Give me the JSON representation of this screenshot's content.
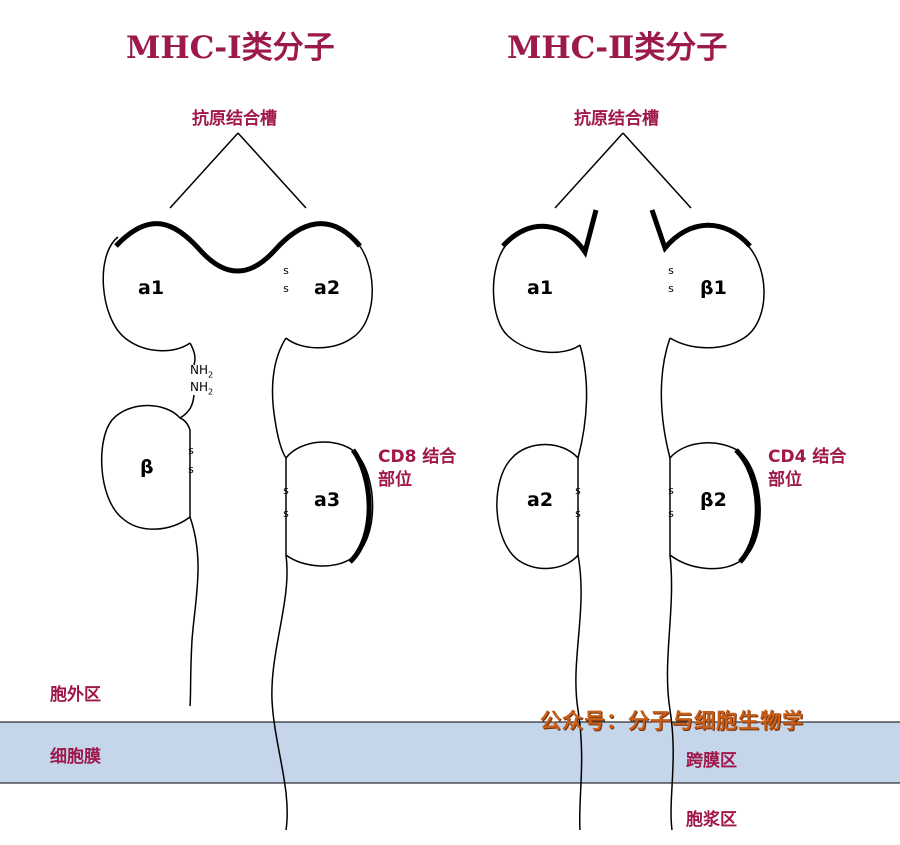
{
  "titles": {
    "mhc1": "MHC-Ⅰ类分子",
    "mhc2": "MHC-Ⅱ类分子"
  },
  "labels": {
    "groove_left": "抗原结合槽",
    "groove_right": "抗原结合槽",
    "cd8": [
      "CD8 结合",
      "部位"
    ],
    "cd4": [
      "CD4 结合",
      "部位"
    ],
    "extracellular": "胞外区",
    "cell_membrane": "细胞膜",
    "transmembrane": "跨膜区",
    "cytoplasmic": "胞浆区",
    "watermark": "公众号：分子与细胞生物学"
  },
  "domains": {
    "mhc1": [
      "a1",
      "a2",
      "β",
      "a3"
    ],
    "mhc2": [
      "a1",
      "β1",
      "a2",
      "β2"
    ]
  },
  "disulfide": "s",
  "nh2": "NH",
  "nh2_sub": "2",
  "colors": {
    "title": "#9b1a4b",
    "label": "#a0174a",
    "membrane": "#c5d6ea",
    "watermark": "#c75f1a"
  }
}
